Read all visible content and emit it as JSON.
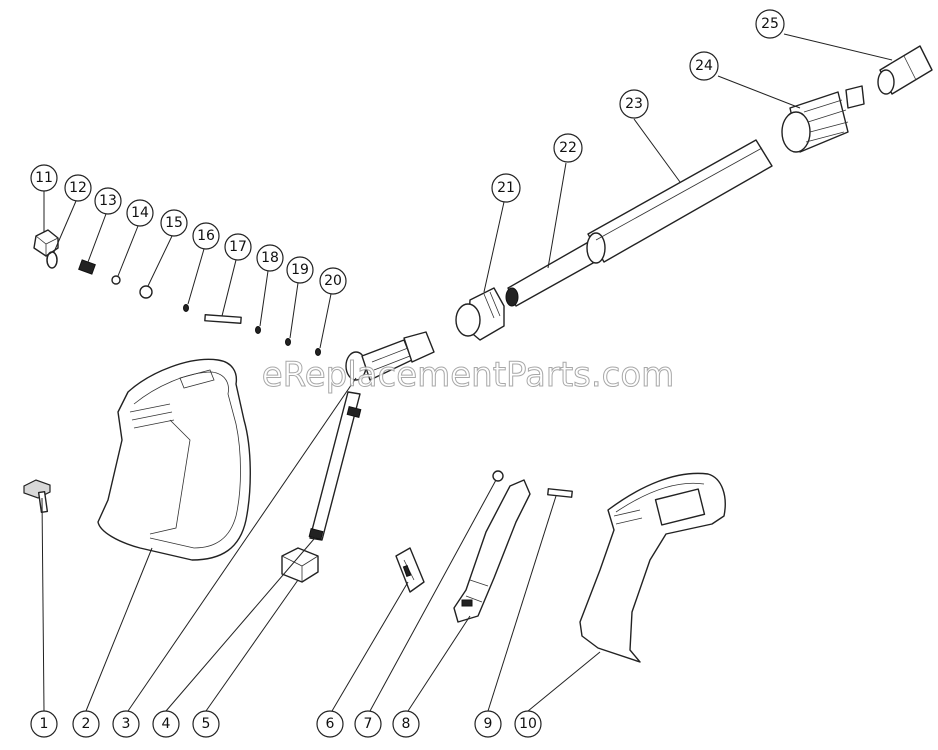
{
  "watermark": "eReplacementParts.com",
  "callouts": [
    "1",
    "2",
    "3",
    "4",
    "5",
    "6",
    "7",
    "8",
    "9",
    "10",
    "11",
    "12",
    "13",
    "14",
    "15",
    "16",
    "17",
    "18",
    "19",
    "20",
    "21",
    "22",
    "23",
    "24",
    "25"
  ]
}
